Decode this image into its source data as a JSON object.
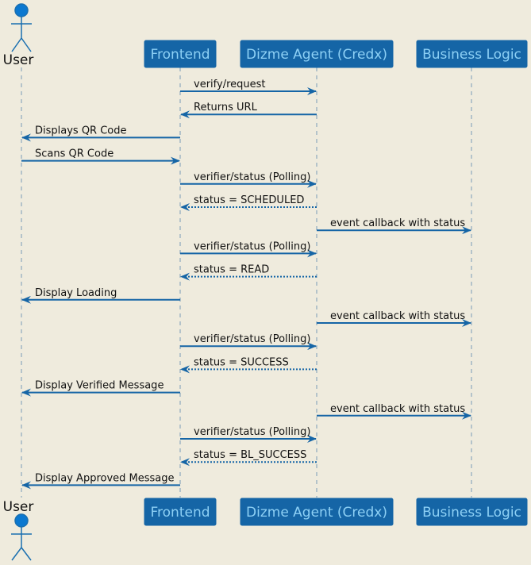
{
  "colors": {
    "background": "#EFEBDD",
    "participant_fill": "#1565A6",
    "participant_text": "#8DD0F5",
    "actor_fill": "#0B78D0",
    "actor_stroke": "#1A6FB0",
    "arrow": "#1565A6",
    "lifeline": "#7A9BB8",
    "text": "#111111"
  },
  "participants": [
    {
      "id": "user",
      "label": "User",
      "kind": "actor"
    },
    {
      "id": "frontend",
      "label": "Frontend",
      "kind": "box"
    },
    {
      "id": "dizme",
      "label": "Dizme Agent (Credx)",
      "kind": "box"
    },
    {
      "id": "bl",
      "label": "Business Logic",
      "kind": "box"
    }
  ],
  "messages": [
    {
      "from": "frontend",
      "to": "dizme",
      "label": "verify/request",
      "style": "solid"
    },
    {
      "from": "dizme",
      "to": "frontend",
      "label": "Returns URL",
      "style": "solid"
    },
    {
      "from": "frontend",
      "to": "user",
      "label": "Displays QR Code",
      "style": "solid"
    },
    {
      "from": "user",
      "to": "frontend",
      "label": "Scans QR Code",
      "style": "solid"
    },
    {
      "from": "frontend",
      "to": "dizme",
      "label": "verifier/status (Polling)",
      "style": "solid"
    },
    {
      "from": "dizme",
      "to": "frontend",
      "label": "status = SCHEDULED",
      "style": "dotted"
    },
    {
      "from": "dizme",
      "to": "bl",
      "label": "event callback with status",
      "style": "solid"
    },
    {
      "from": "frontend",
      "to": "dizme",
      "label": "verifier/status (Polling)",
      "style": "solid"
    },
    {
      "from": "dizme",
      "to": "frontend",
      "label": "status = READ",
      "style": "dotted"
    },
    {
      "from": "frontend",
      "to": "user",
      "label": "Display Loading",
      "style": "solid"
    },
    {
      "from": "dizme",
      "to": "bl",
      "label": "event callback with status",
      "style": "solid"
    },
    {
      "from": "frontend",
      "to": "dizme",
      "label": "verifier/status (Polling)",
      "style": "solid"
    },
    {
      "from": "dizme",
      "to": "frontend",
      "label": "status = SUCCESS",
      "style": "dotted"
    },
    {
      "from": "frontend",
      "to": "user",
      "label": "Display Verified Message",
      "style": "solid"
    },
    {
      "from": "dizme",
      "to": "bl",
      "label": "event callback with status",
      "style": "solid"
    },
    {
      "from": "frontend",
      "to": "dizme",
      "label": "verifier/status (Polling)",
      "style": "solid"
    },
    {
      "from": "dizme",
      "to": "frontend",
      "label": "status = BL_SUCCESS",
      "style": "dotted"
    },
    {
      "from": "frontend",
      "to": "user",
      "label": "Display Approved Message",
      "style": "solid"
    }
  ]
}
